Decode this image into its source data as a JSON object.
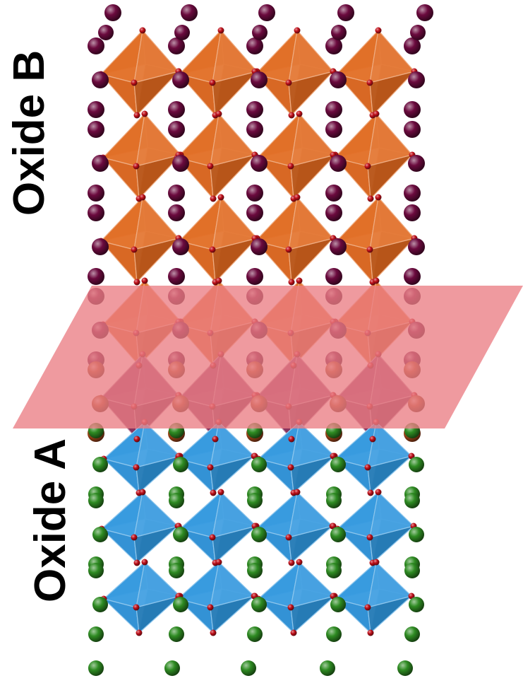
{
  "labels": {
    "top": "Oxide B",
    "bottom": "Oxide A"
  },
  "colors": {
    "oxide_b_octahedra": "#e2691e",
    "oxide_b_cations": "#6b0a3e",
    "oxide_a_octahedra": "#2f97df",
    "oxide_a_cations": "#2e8b22",
    "interface_octahedra": "#8e2f5e",
    "interface_cations": "#a8481a",
    "oxygen": "#c0101a",
    "interface_plane": "#ea7e84"
  },
  "structure": {
    "columns": 4,
    "oxide_b_layers": 4,
    "interface_layers": 1,
    "oxide_a_layers": 3
  }
}
